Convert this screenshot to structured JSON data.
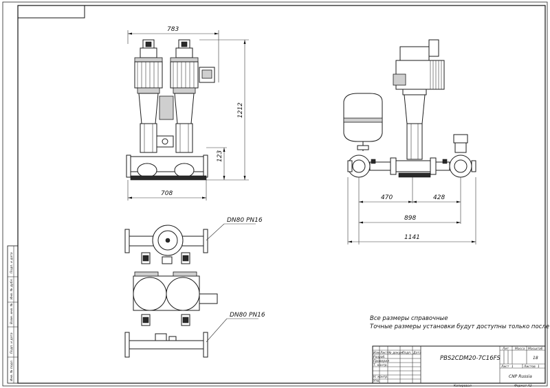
{
  "dimensions": {
    "front_width_top": "783",
    "front_height": "1212",
    "front_base_height": "123",
    "front_width_bottom": "708",
    "side_left": "470",
    "side_right": "428",
    "side_total": "898",
    "side_overall": "1141"
  },
  "labels": {
    "dn_top": "DN80 PN16",
    "dn_bottom": "DN80 PN16"
  },
  "notes": {
    "line1": "Все размеры справочные",
    "line2": "Точные размеры установки будут доступны только после сборки"
  },
  "title_block": {
    "designation": "PBS2CDM20-7C16FS",
    "scale": "18",
    "company": "CNP Russia",
    "header_lit": "Лит",
    "header_mass": "Масса",
    "header_scale": "Масштаб",
    "sheet": "Лист",
    "sheets": "Листов",
    "sheet_num": "1",
    "sheets_num": "1",
    "copied": "Копировал",
    "format": "Формат A3",
    "col_izm": "Изм",
    "col_list": "Лист",
    "col_doc": "№ докум.",
    "col_sign": "Подп.",
    "col_date": "Дата",
    "row_razrab": "Разраб.",
    "row_prov": "Проверил",
    "row_tkontr": "Т. контр.",
    "row_nkontr": "Н. контр.",
    "row_utv": "Утв."
  },
  "side_stamp": {
    "s1": "Инв. № подл.",
    "s2": "Подп. и дата",
    "s3": "Взам. инв. №",
    "s4": "Инв. № дубл.",
    "s5": "Подп. и дата"
  }
}
